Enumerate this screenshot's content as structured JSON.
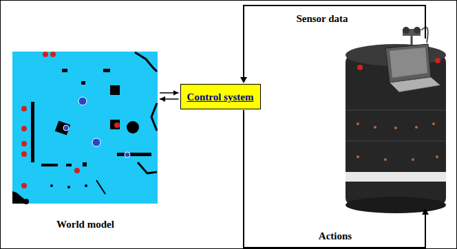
{
  "diagram": {
    "nodes": [
      {
        "text": [
          "World model"
        ]
      },
      {
        "text": [
          "Control system"
        ]
      }
    ],
    "edges": [
      {
        "from": 0,
        "to": 1,
        "arrow": "to"
      },
      {
        "from": 1,
        "to": 0,
        "arrow": "to"
      }
    ],
    "labels": [
      "Sensor data",
      "Actions"
    ]
  }
}
